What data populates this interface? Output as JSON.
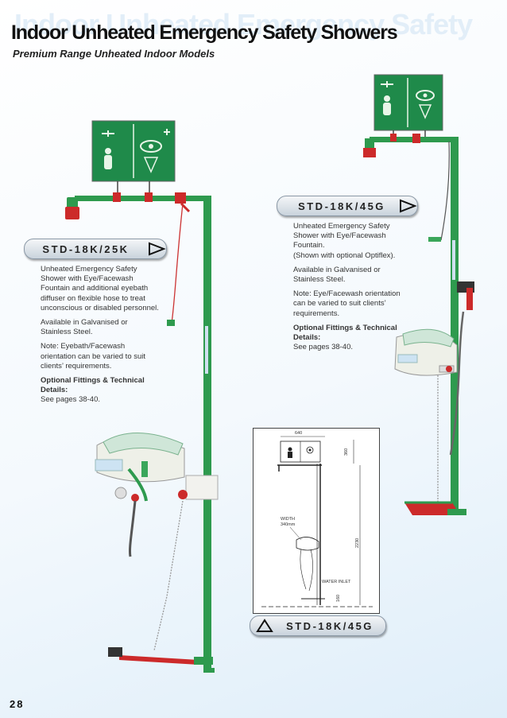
{
  "page": {
    "ghost_title": "Indoor Unheated Emergency Safety",
    "title": "Indoor Unheated Emergency Safety Showers",
    "subtitle": "Premium Range Unheated Indoor Models",
    "page_number": "28"
  },
  "products": [
    {
      "code": "STD-18K/25K",
      "description": "Unheated Emergency Safety Shower with Eye/Facewash Fountain and additional eyebath diffuser on flexible hose to treat unconscious or disabled personnel.",
      "finishes": "Available in Galvanised or Stainless Steel.",
      "note": "Note: Eyebath/Facewash orientation can be varied to suit clients’ requirements.",
      "options_label": "Optional Fittings & Technical Details:",
      "options_ref": "See pages 38-40."
    },
    {
      "code": "STD-18K/45G",
      "description": "Unheated Emergency Safety Shower with Eye/Facewash Fountain.",
      "description_extra": "(Shown with optional Optiflex).",
      "finishes": "Available in Galvanised or Stainless Steel.",
      "note": "Note: Eye/Facewash orientation can be varied to suit clients’ requirements.",
      "options_label": "Optional Fittings & Technical Details:",
      "options_ref": "See pages 38-40."
    }
  ],
  "drawing": {
    "label": "STD-18K/45G",
    "dim_width": "640",
    "dim_sign": "360",
    "dim_height": "2230",
    "width_note_line1": "WIDTH",
    "width_note_line2": "340mm",
    "inlet_label": "WATER INLET",
    "inlet_dim": "160"
  },
  "colors": {
    "pipe_green": "#2e9a4e",
    "sign_green": "#1f8a4a",
    "valve_red": "#cc2a2a"
  }
}
